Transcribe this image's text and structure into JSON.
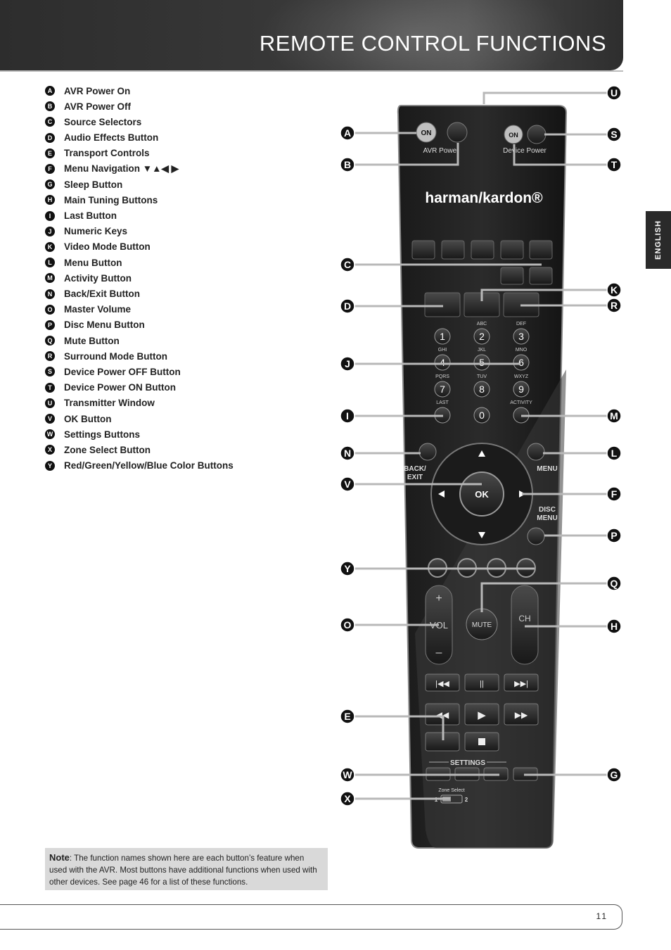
{
  "header": {
    "title": "REMOTE CONTROL FUNCTIONS"
  },
  "side_tab": {
    "label": "ENGLISH"
  },
  "functions": [
    {
      "letter": "A",
      "label": "AVR Power On"
    },
    {
      "letter": "B",
      "label": "AVR Power Off"
    },
    {
      "letter": "C",
      "label": "Source Selectors"
    },
    {
      "letter": "D",
      "label": "Audio Effects Button"
    },
    {
      "letter": "E",
      "label": "Transport Controls"
    },
    {
      "letter": "F",
      "label": "Menu Navigation ▼▲◀ ▶"
    },
    {
      "letter": "G",
      "label": "Sleep Button"
    },
    {
      "letter": "H",
      "label": "Main Tuning Buttons"
    },
    {
      "letter": "I",
      "label": "Last Button"
    },
    {
      "letter": "J",
      "label": "Numeric Keys"
    },
    {
      "letter": "K",
      "label": "Video Mode Button"
    },
    {
      "letter": "L",
      "label": "Menu Button"
    },
    {
      "letter": "M",
      "label": "Activity Button"
    },
    {
      "letter": "N",
      "label": "Back/Exit Button"
    },
    {
      "letter": "O",
      "label": "Master Volume"
    },
    {
      "letter": "P",
      "label": "Disc Menu Button"
    },
    {
      "letter": "Q",
      "label": "Mute Button"
    },
    {
      "letter": "R",
      "label": "Surround Mode Button"
    },
    {
      "letter": "S",
      "label": "Device Power OFF Button"
    },
    {
      "letter": "T",
      "label": "Device Power ON Button"
    },
    {
      "letter": "U",
      "label": "Transmitter Window"
    },
    {
      "letter": "V",
      "label": "OK Button"
    },
    {
      "letter": "W",
      "label": "Settings Buttons"
    },
    {
      "letter": "X",
      "label": "Zone Select Button"
    },
    {
      "letter": "Y",
      "label": "Red/Green/Yellow/Blue Color Buttons"
    }
  ],
  "note": {
    "bold": "Note",
    "text": ": The function names shown here are each button’s feature when used with the AVR. Most buttons have additional functions when used with other devices. See page 46 for a list of these functions."
  },
  "remote": {
    "brand": "harman/kardon®",
    "on": "ON",
    "avr_power": "AVR Power",
    "device_power": "Device Power",
    "key_letters": [
      "ABC",
      "DEF",
      "GHI",
      "JKL",
      "MNO",
      "PQRS",
      "TUV",
      "WXYZ"
    ],
    "digits": [
      "1",
      "2",
      "3",
      "4",
      "5",
      "6",
      "7",
      "8",
      "9",
      "0"
    ],
    "last": "LAST",
    "activity": "ACTIVITY",
    "back": "BACK/",
    "exit": "EXIT",
    "menu": "MENU",
    "ok": "OK",
    "disc": "DISC",
    "disc_menu": "MENU",
    "vol": "VOL",
    "mute": "MUTE",
    "ch": "CH",
    "settings": "SETTINGS",
    "zone_select": "Zone Select",
    "zone_1": "1",
    "zone_2": "2"
  },
  "callouts_left": [
    "A",
    "B",
    "C",
    "D",
    "J",
    "I",
    "N",
    "V",
    "Y",
    "O",
    "E",
    "W",
    "X"
  ],
  "callouts_right": [
    "U",
    "S",
    "T",
    "K",
    "R",
    "M",
    "L",
    "F",
    "P",
    "Q",
    "H",
    "G"
  ],
  "page_number": "11"
}
